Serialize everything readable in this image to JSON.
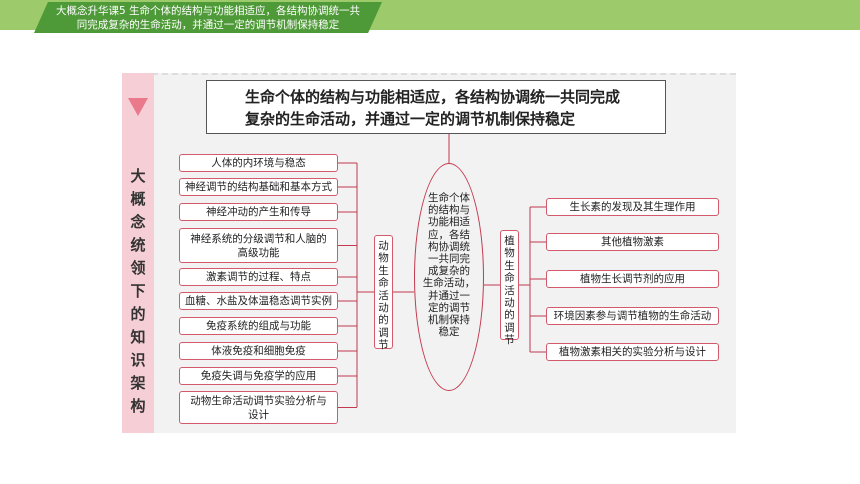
{
  "header": {
    "line1": "大概念升华课5    生命个体的结构与功能相适应，各结构协调统一共",
    "line2": "同完成复杂的生命活动，并通过一定的调节机制保持稳定"
  },
  "side_label": [
    "大",
    "概",
    "念",
    "统",
    "领",
    "下",
    "的",
    "知",
    "识",
    "架",
    "构"
  ],
  "title": {
    "line1": "生命个体的结构与功能相适应，各结构协调统一共同完成",
    "line2": "复杂的生命活动，并通过一定的调节机制保持稳定"
  },
  "center_node": [
    "生命个体",
    "的结构与",
    "功能相适",
    "应，各结",
    "构协调统",
    "一共同完",
    "成复杂的",
    "生命活动，",
    "并通过一",
    "定的调节",
    "机制保持",
    "稳定"
  ],
  "animal_branch": {
    "label": [
      "动",
      "物",
      "生",
      "命",
      "活",
      "动",
      "的",
      "调",
      "节"
    ],
    "items": [
      [
        "人体的内环境与稳态"
      ],
      [
        "神经调节的结构基础和基本方式"
      ],
      [
        "神经冲动的产生和传导"
      ],
      [
        "神经系统的分级调节和人脑的",
        "高级功能"
      ],
      [
        "激素调节的过程、特点"
      ],
      [
        "血糖、水盐及体温稳态调节实例"
      ],
      [
        "免疫系统的组成与功能"
      ],
      [
        "体液免疫和细胞免疫"
      ],
      [
        "免疫失调与免疫学的应用"
      ],
      [
        "动物生命活动调节实验分析与",
        "设计"
      ]
    ]
  },
  "plant_branch": {
    "label": [
      "植",
      "物",
      "生",
      "命",
      "活",
      "动",
      "的",
      "调",
      "节"
    ],
    "items": [
      "生长素的发现及其生理作用",
      "其他植物激素",
      "植物生长调节剂的应用",
      "环境因素参与调节植物的生命活动",
      "植物激素相关的实验分析与设计"
    ]
  },
  "colors": {
    "top_bar": "#9dca6a",
    "top_tab": "#4f9a38",
    "node_border": "#d35a6b",
    "side_column": "#f6cfd6",
    "triangle": "#e9798b"
  }
}
